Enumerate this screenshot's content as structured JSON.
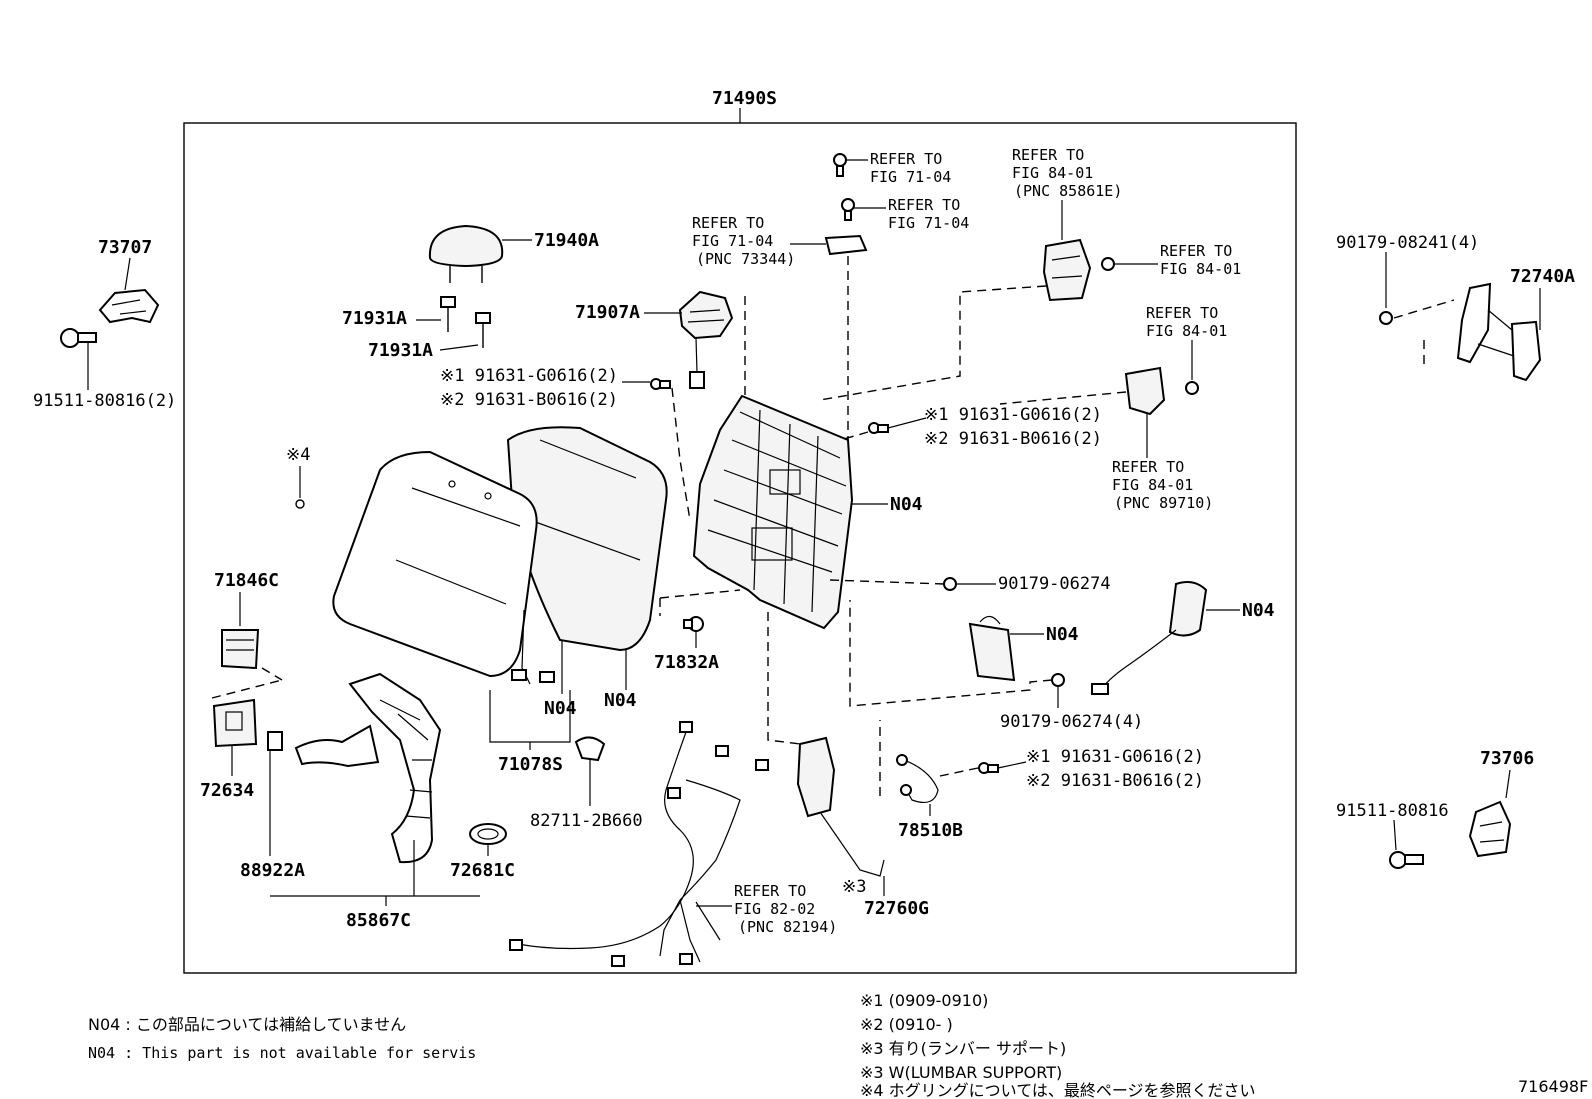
{
  "assembly": "71490S",
  "labels": {
    "p73707": "73707",
    "p91511_80816_2": "91511-80816(2)",
    "p71940A": "71940A",
    "p71931A_1": "71931A",
    "p71931A_2": "71931A",
    "p71907A": "71907A",
    "m1_top": "※1 91631-G0616(2)",
    "m2_top": "※2 91631-B0616(2)",
    "mark4": "※4",
    "p71846C": "71846C",
    "p72634": "72634",
    "p88922A": "88922A",
    "p72681C": "72681C",
    "p85867C": "85867C",
    "p71078S": "71078S",
    "n04_harness": "N04",
    "n04_cover": "N04",
    "p82711": "82711-2B660",
    "p71832A": "71832A",
    "m1_mid": "※1 91631-G0616(2)",
    "m2_mid": "※2 91631-B0616(2)",
    "n04_frame": "N04",
    "p90179_06274": "90179-06274",
    "n04_module": "N04",
    "p90179_06274_4": "90179-06274(4)",
    "n04_sensor": "N04",
    "m1_bot": "※1 91631-G0616(2)",
    "m2_bot": "※2 91631-B0616(2)",
    "p78510B": "78510B",
    "mark3": "※3",
    "p72760G": "72760G",
    "p90179_08241_4": "90179-08241(4)",
    "p72740A": "72740A",
    "p73706": "73706",
    "p91511_80816": "91511-80816"
  },
  "refer": {
    "r1": [
      "REFER TO",
      "FIG 71-04"
    ],
    "r2": [
      "REFER TO",
      "FIG 71-04"
    ],
    "r3": [
      "REFER TO",
      "FIG 71-04",
      "(PNC 73344)"
    ],
    "r4": [
      "REFER TO",
      "FIG 84-01",
      "(PNC 85861E)"
    ],
    "r5": [
      "REFER TO",
      "FIG 84-01"
    ],
    "r6": [
      "REFER TO",
      "FIG 84-01"
    ],
    "r7": [
      "REFER TO",
      "FIG 84-01",
      "(PNC 89710)"
    ],
    "r8": [
      "REFER TO",
      "FIG 82-02",
      "(PNC 82194)"
    ]
  },
  "notes_left": [
    "N04 : この部品については補給していません",
    "N04 : This part is not available for servis"
  ],
  "notes_right": [
    "※1 (0909-0910)",
    "※2 (0910-     )",
    "※3 有り(ランバー サポート)",
    "※3 W(LUMBAR SUPPORT)",
    "※4 ホグリングについては、最終ページを参照ください"
  ],
  "figure_code": "716498F"
}
